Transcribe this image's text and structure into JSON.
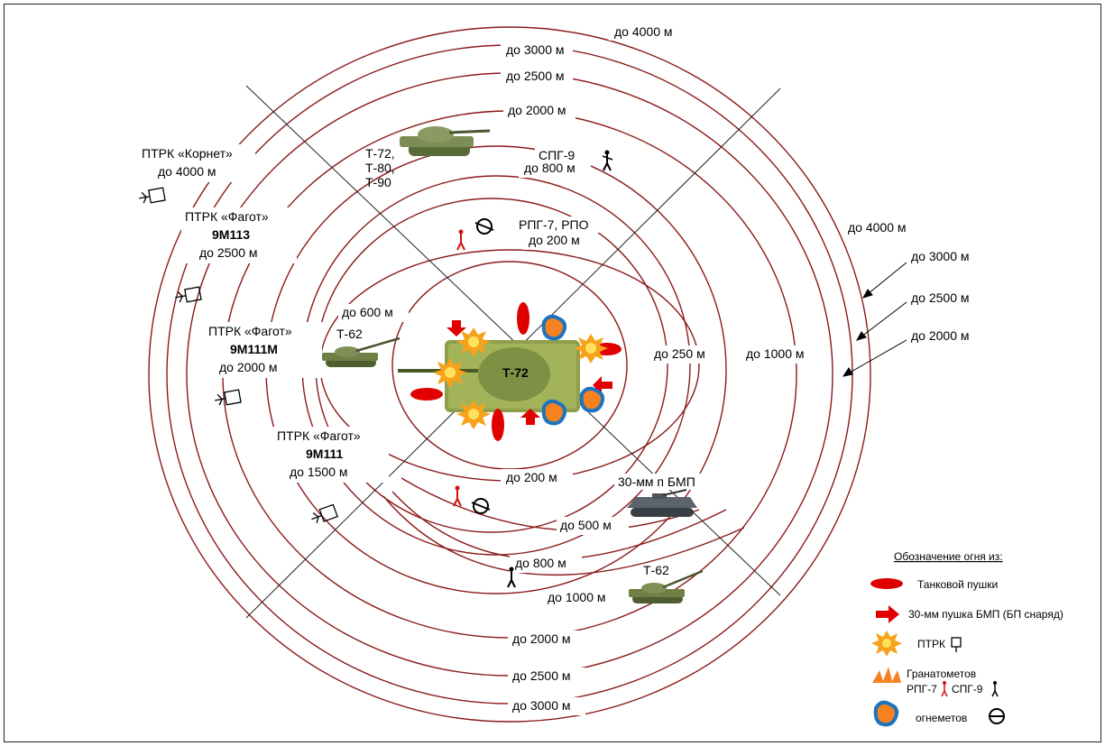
{
  "center_label": "Т-72",
  "ring_labels": [
    "до 4000 м",
    "до 3000 м",
    "до 2500 м",
    "до 2000 м",
    "до 800 м",
    "до 200 м",
    "до 600 м",
    "до 250 м",
    "до 1000 м",
    "до 200 м",
    "до 500 м",
    "до 800 м",
    "до 1000 м",
    "до 2000 м",
    "до 2500 м",
    "до 3000 м"
  ],
  "right_labels": [
    "до 4000 м",
    "до 3000 м",
    "до 2500 м",
    "до 2000 м"
  ],
  "weapons": {
    "kornet": {
      "name": "ПТРК «Корнет»",
      "range": "до 4000 м"
    },
    "fagot_113": {
      "name": "ПТРК «Фагот»",
      "model": "9М113",
      "range": "до 2500 м"
    },
    "fagot_111m": {
      "name": "ПТРК «Фагот»",
      "model": "9М111М",
      "range": "до 2000 м"
    },
    "fagot_111": {
      "name": "ПТРК «Фагот»",
      "model": "9М111",
      "range": "до 1500 м"
    },
    "tanks_group": [
      "Т-72,",
      "Т-80,",
      "Т-90"
    ],
    "spg9": "СПГ-9",
    "rpg": "РПГ-7, РПО",
    "t62_left": "Т-62",
    "t62_bottom": "Т-62",
    "bmp": "30-мм п БМП"
  },
  "legend": {
    "title": "Обозначение огня из:",
    "tank_gun": "Танковой пушки",
    "bmp_gun": "30-мм пушка БМП (БП снаряд)",
    "atgm": "ПТРК",
    "grenade_title": "Гранатометов",
    "rpg7": "РПГ-7",
    "spg9": "СПГ-9",
    "flame": "огнеметов"
  },
  "colors": {
    "ring": "#8B1A1A",
    "fire_red": "#E00000",
    "flame_blue": "#1E73BE",
    "flame_orange": "#F5821F"
  }
}
